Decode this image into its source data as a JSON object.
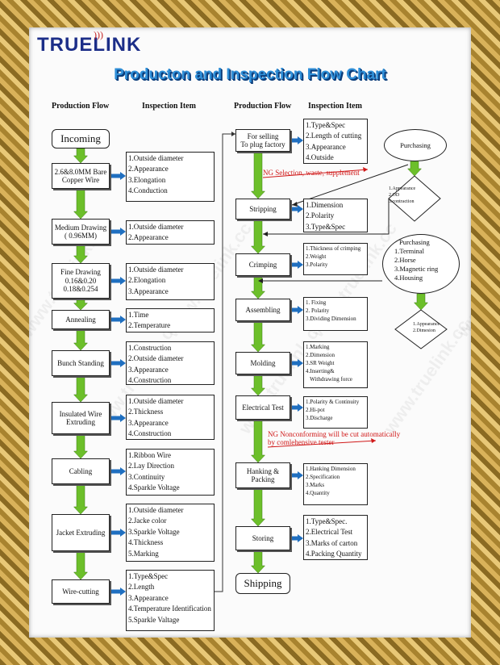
{
  "brand": {
    "logo_text": "TRUELINK"
  },
  "title": "Producton and Inspection Flow Chart",
  "headers": {
    "production_flow": "Production Flow",
    "inspection_item": "Inspection Item"
  },
  "watermark": "www.truelink.cc",
  "left_steps": [
    {
      "label": "Incoming",
      "items": []
    },
    {
      "label": "2.6&8.0MM Bare\nCopper Wire",
      "items": [
        "1.Outside diameter",
        "2.Appearance",
        "3.Elongation",
        "4.Conduction"
      ]
    },
    {
      "label": "Medium Drawing\n( 0.96MM)",
      "items": [
        "1.Outside diameter",
        "2.Appearance"
      ]
    },
    {
      "label": "Fine Drawing\n0.16&0.20\n0.18&0.254",
      "items": [
        "1.Outside diameter",
        "2.Elongation",
        "3.Appearance"
      ]
    },
    {
      "label": "Annealing",
      "items": [
        "1.Time",
        "2.Temperature"
      ]
    },
    {
      "label": "Bunch Standing",
      "items": [
        "1.Construction",
        "2.Outside diameter",
        "3.Appearance",
        "4.Construction"
      ]
    },
    {
      "label": "Insulated Wire\nExtruding",
      "items": [
        "1.Outside diameter",
        "2.Thickness",
        "3.Appearance",
        "4.Construction"
      ]
    },
    {
      "label": "Cabling",
      "items": [
        "1.Ribbon Wire",
        "2.Lay Direction",
        "3.Continuity",
        "4.Sparkle Voltage"
      ]
    },
    {
      "label": "Jacket Extruding",
      "items": [
        "1.Outside diameter",
        "2.Jacke color",
        "3.Sparkle Voltage",
        "4.Thickness",
        "5.Marking"
      ]
    },
    {
      "label": "Wire-cutting",
      "items": [
        "1.Type&Spec",
        "2.Length",
        "3.Appearance",
        "4.Temperature Identification",
        "5.Sparkle Valtage"
      ]
    }
  ],
  "right_steps": [
    {
      "label": "For selling\nTo plug factory",
      "items": [
        "1.Type&Spec",
        "2.Length of cutting",
        "3.Appearance",
        "4.Outside"
      ]
    },
    {
      "label": "Stripping",
      "items": [
        "1.Dimension",
        "2.Polarity",
        "3.Type&Spec"
      ]
    },
    {
      "label": "Crimping",
      "items": [
        "1.Thickness of crimping",
        "2.Weight",
        "3.Polarity"
      ]
    },
    {
      "label": "Assembling",
      "items": [
        "1. Fixing",
        "2. Polarity",
        "3.Dividing Dimension"
      ]
    },
    {
      "label": "Molding",
      "items": [
        "1.Marking",
        "2.Dimension",
        "3.SR Weight",
        "4.Inserting&",
        "   Withdrawing force"
      ]
    },
    {
      "label": "Electrical Test",
      "items": [
        "1.Polarity & Continuity",
        "2.Hi-pot",
        "3.Discharge"
      ]
    },
    {
      "label": "Hanking &\nPacking",
      "items": [
        "1.Hanking Dimension",
        "2.Specification",
        "3.Marks",
        "4.Quantity"
      ]
    },
    {
      "label": "Storing",
      "items": [
        "1.Type&Spec.",
        "2.Electrical Test",
        "3.Marks of carton",
        "4.Packing Quantity"
      ]
    },
    {
      "label": "Shipping",
      "items": []
    }
  ],
  "ng_notes": {
    "first": "NG  Selection, waste, supplement",
    "second": "NG Nonconforming will be cut automatically\nby comlehensive tester"
  },
  "purchasing_1": {
    "label": "Purchasing",
    "check": [
      "1.Appearance",
      "2.OD",
      "3.contraction"
    ]
  },
  "purchasing_2": {
    "label": "Purchasing",
    "items": [
      "1.Terminal",
      "2.Horse",
      "3.Magnetic ring",
      "4.Housing"
    ],
    "check": [
      "1.Appearance",
      "2.Dimesion"
    ]
  },
  "colors": {
    "arrow_green": "#6cbf2a",
    "arrow_blue": "#1f6fc0",
    "ng_red": "#d01818",
    "title_blue": "#2f8fd8"
  }
}
